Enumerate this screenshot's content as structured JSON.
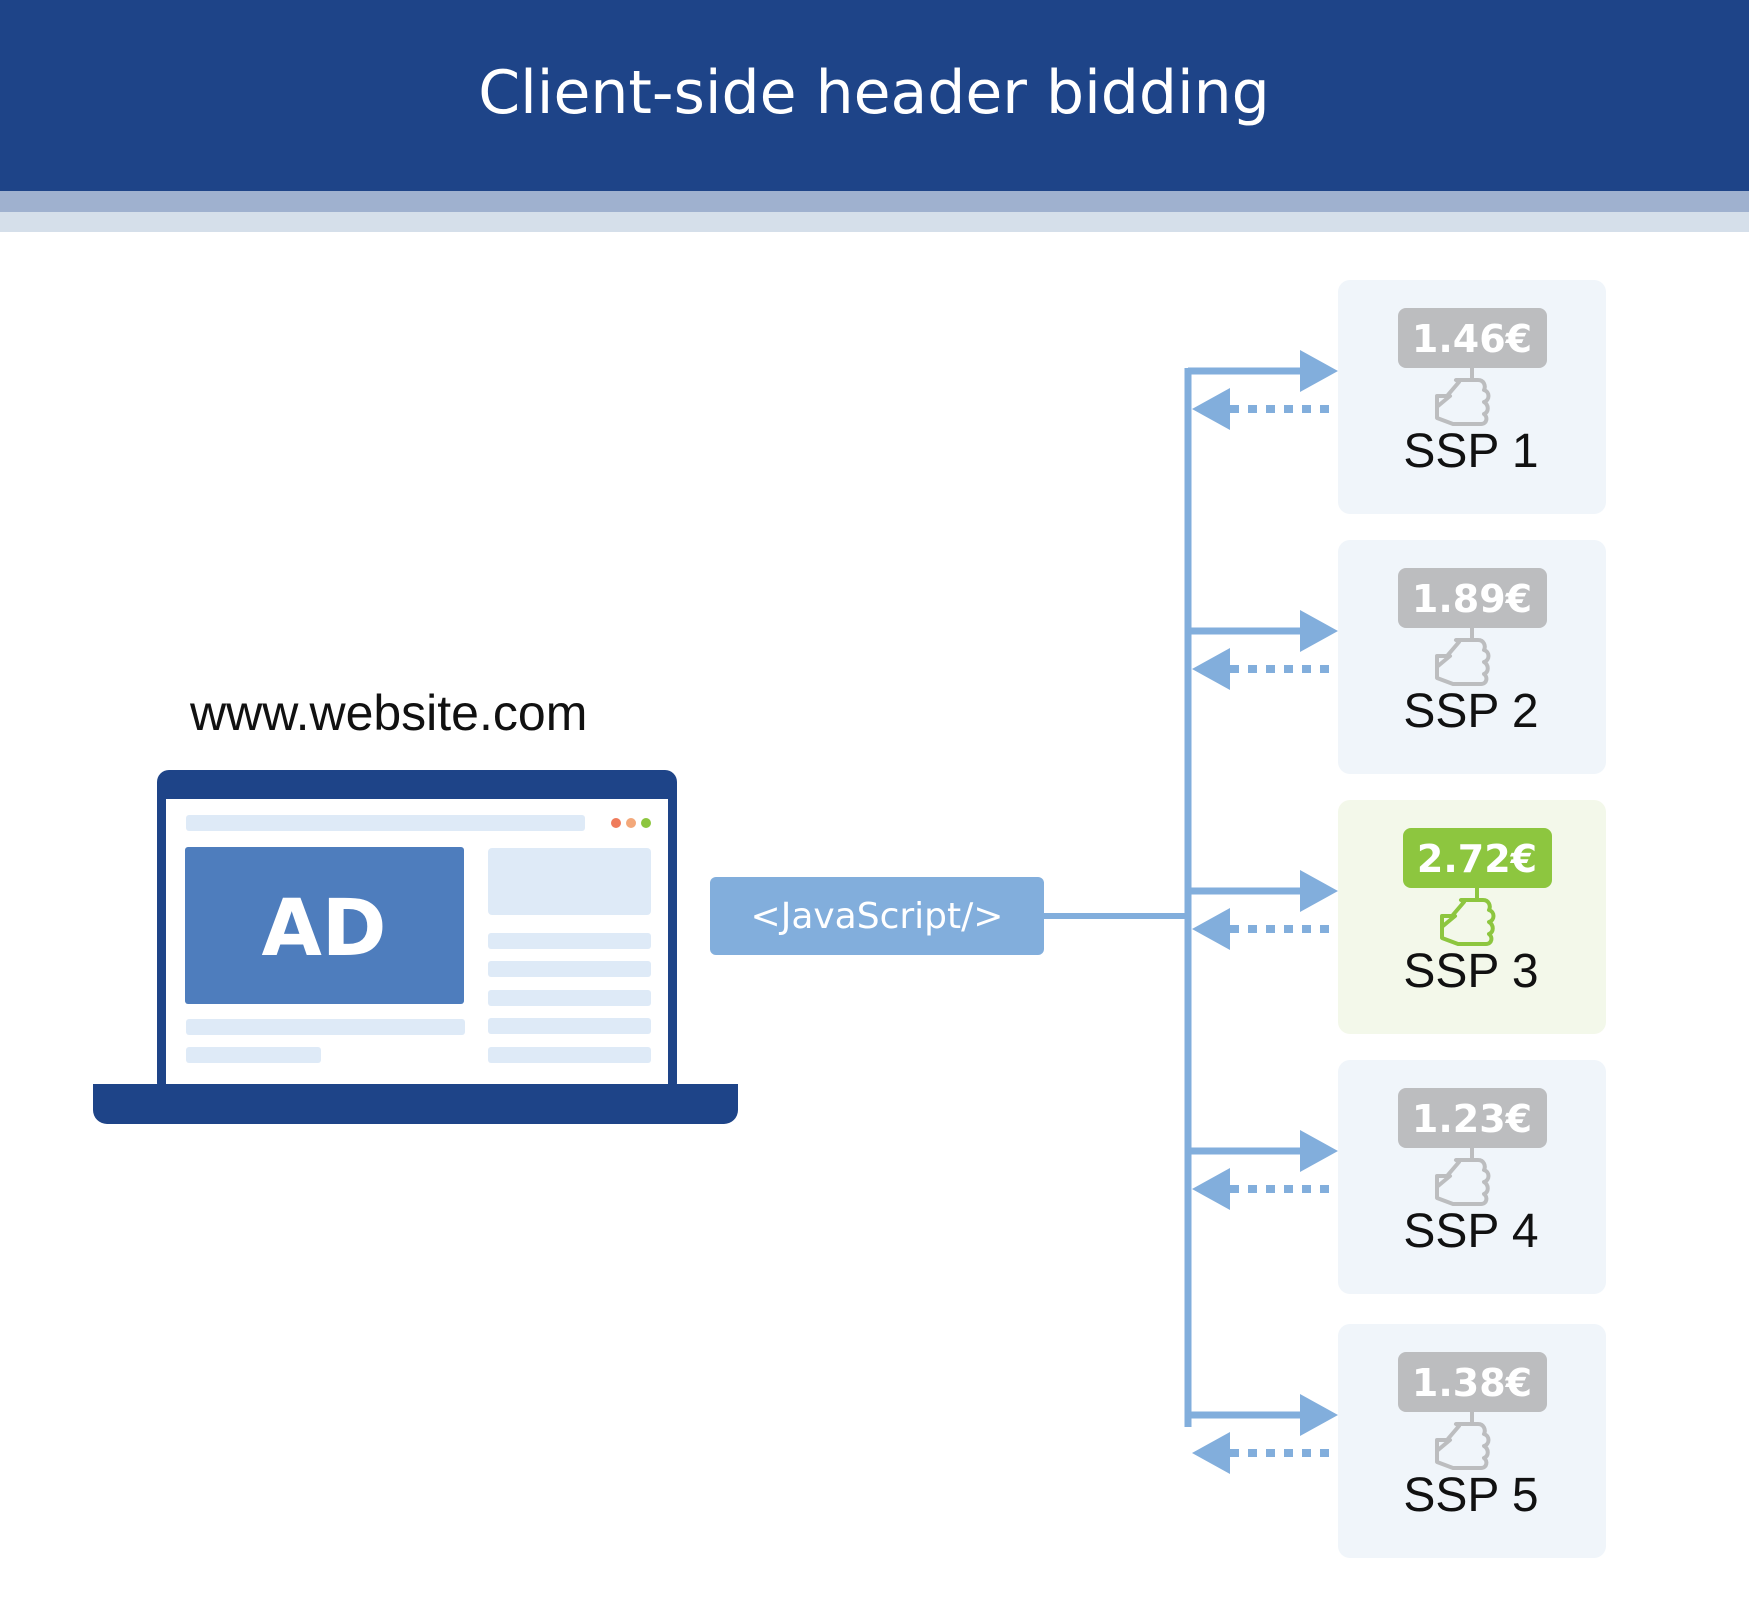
{
  "header": {
    "title": "Client-side header bidding"
  },
  "website": {
    "url": "www.website.com",
    "ad_label": "AD"
  },
  "connector": {
    "label": "<JavaScript/>"
  },
  "ssps": [
    {
      "name": "SSP 1",
      "bid": "1.46€",
      "winner": false
    },
    {
      "name": "SSP 2",
      "bid": "1.89€",
      "winner": false
    },
    {
      "name": "SSP 3",
      "bid": "2.72€",
      "winner": true
    },
    {
      "name": "SSP 4",
      "bid": "1.23€",
      "winner": false
    },
    {
      "name": "SSP 5",
      "bid": "1.38€",
      "winner": false
    }
  ],
  "colors": {
    "header": "#1e4488",
    "arrow": "#82aedc",
    "ad": "#4e7dbd",
    "tag": "#bcbdbf",
    "winner": "#8dc63f",
    "box": "#f0f5fa",
    "winner_box": "#f3f8ea"
  }
}
